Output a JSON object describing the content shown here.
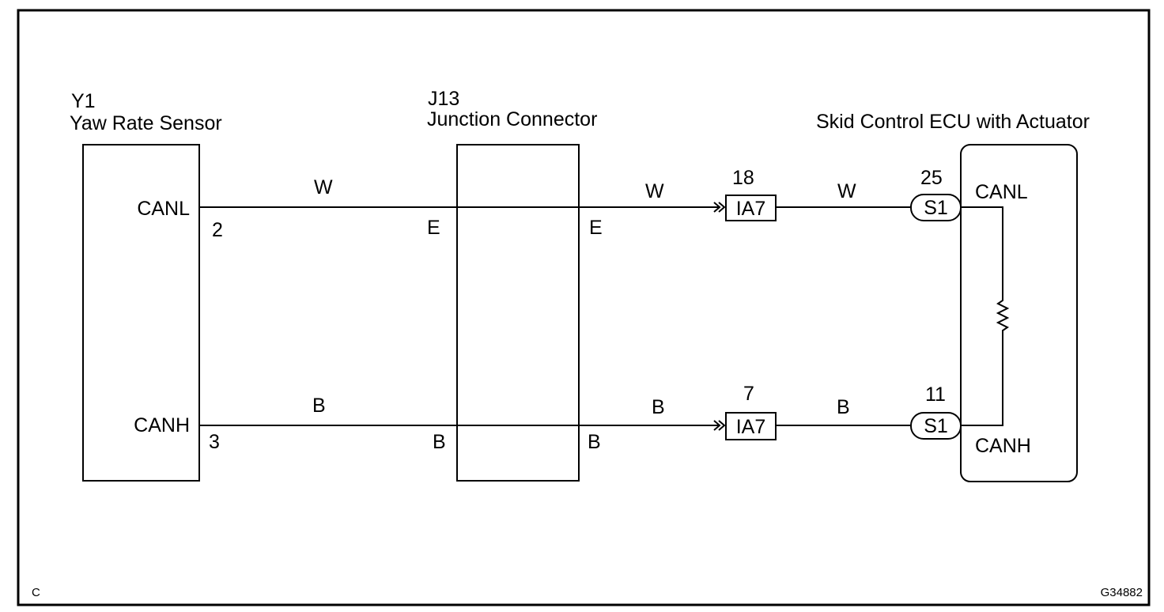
{
  "sensor": {
    "code": "Y1",
    "name": "Yaw Rate Sensor",
    "pin_canl": "CANL",
    "pin_canh": "CANH",
    "pin_no_canl": "2",
    "pin_no_canh": "3"
  },
  "junction": {
    "code": "J13",
    "name": "Junction Connector",
    "pin_top_left": "E",
    "pin_top_right": "E",
    "pin_bottom_left": "B",
    "pin_bottom_right": "B"
  },
  "ecu": {
    "name": "Skid Control ECU with Actuator",
    "pin_canl": "CANL",
    "pin_canh": "CANH"
  },
  "wires": {
    "top": {
      "color_a": "W",
      "color_b": "W",
      "color_c": "W"
    },
    "bottom": {
      "color_a": "B",
      "color_b": "B",
      "color_c": "B"
    }
  },
  "connectors": {
    "ia7_top": {
      "label": "IA7",
      "pin": "18"
    },
    "ia7_bottom": {
      "label": "IA7",
      "pin": "7"
    },
    "s1_top": {
      "label": "S1",
      "pin": "25"
    },
    "s1_bottom": {
      "label": "S1",
      "pin": "11"
    }
  },
  "footer": {
    "corner_left": "C",
    "figure_id": "G34882"
  }
}
